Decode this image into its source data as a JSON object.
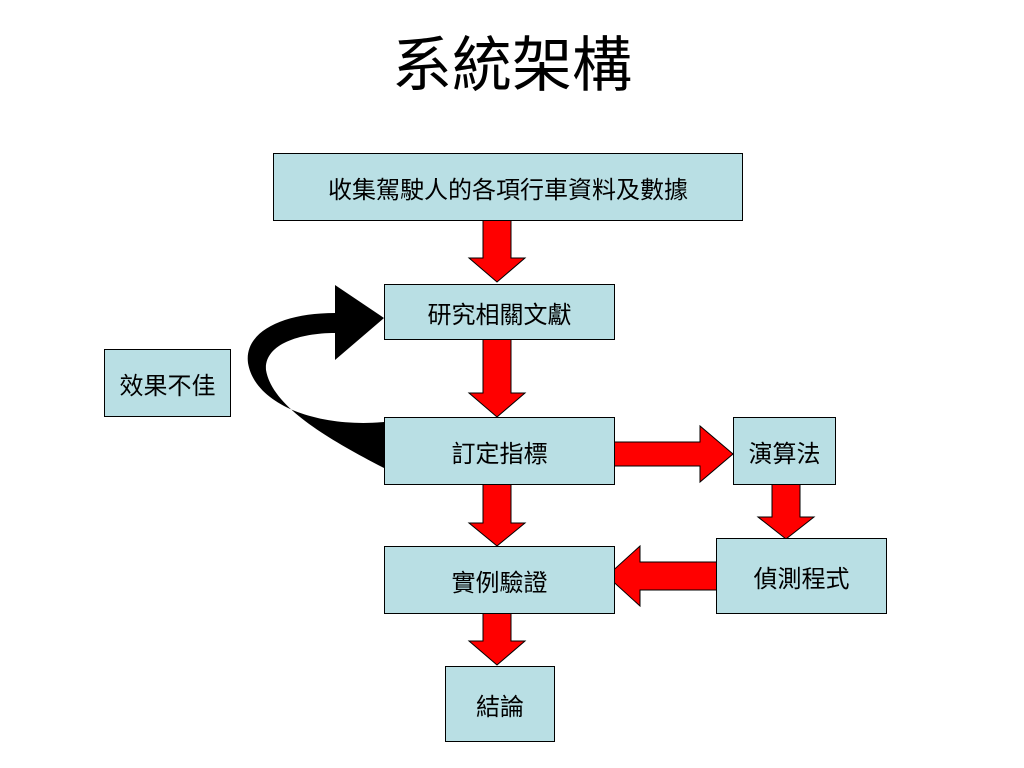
{
  "title": "系統架構",
  "nodes": {
    "collect": "收集駕駛人的各項行車資料及數據",
    "research": "研究相關文獻",
    "poor": "效果不佳",
    "define": "訂定指標",
    "algo": "演算法",
    "verify": "實例驗證",
    "detect": "偵測程式",
    "conclude": "結論"
  },
  "colors": {
    "node_fill": "#b9dfe4",
    "arrow_fill": "#ff0000",
    "loop_arrow": "#000000"
  }
}
